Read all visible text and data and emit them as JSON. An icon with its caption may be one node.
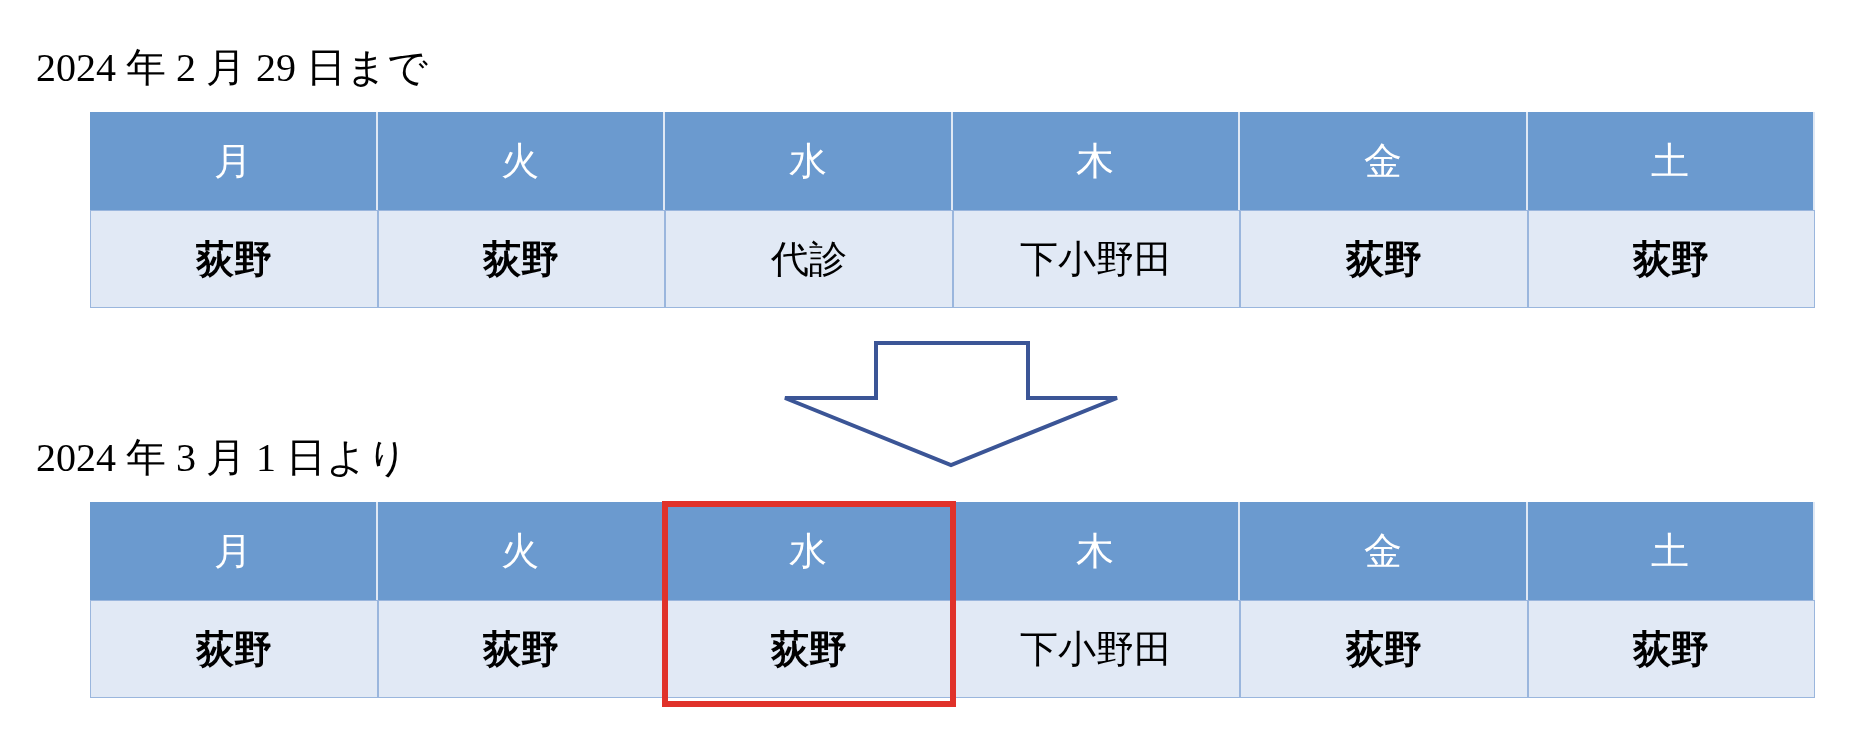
{
  "diagram": {
    "labels": [
      "2024 年 2 月 29 日まで",
      "月",
      "火",
      "水",
      "木",
      "金",
      "土",
      "荻野",
      "荻野",
      "代診",
      "下小野田",
      "荻野",
      "荻野",
      "2024 年 3 月 1 日より",
      "月",
      "火",
      "水",
      "木",
      "金",
      "土",
      "荻野",
      "荻野",
      "荻野",
      "下小野田",
      "荻野",
      "荻野"
    ]
  }
}
